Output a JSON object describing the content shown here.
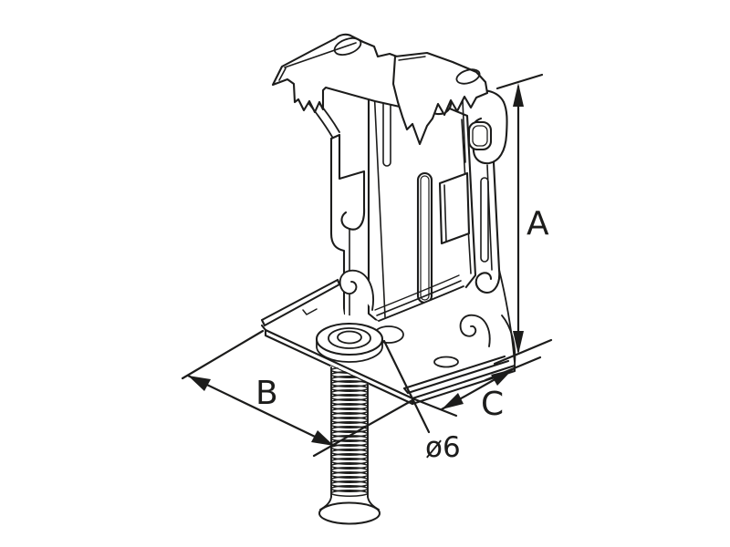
{
  "diagram": {
    "type": "technical-line-drawing",
    "subject": "sheet-metal cable clamp bracket with vertical mounting screw, isometric view",
    "background_color": "#ffffff",
    "line_color": "#1c1c1b",
    "annotations": {
      "dim_a_label": "A",
      "dim_b_label": "B",
      "dim_c_label": "C",
      "hole_callout_label": "ø6"
    }
  }
}
